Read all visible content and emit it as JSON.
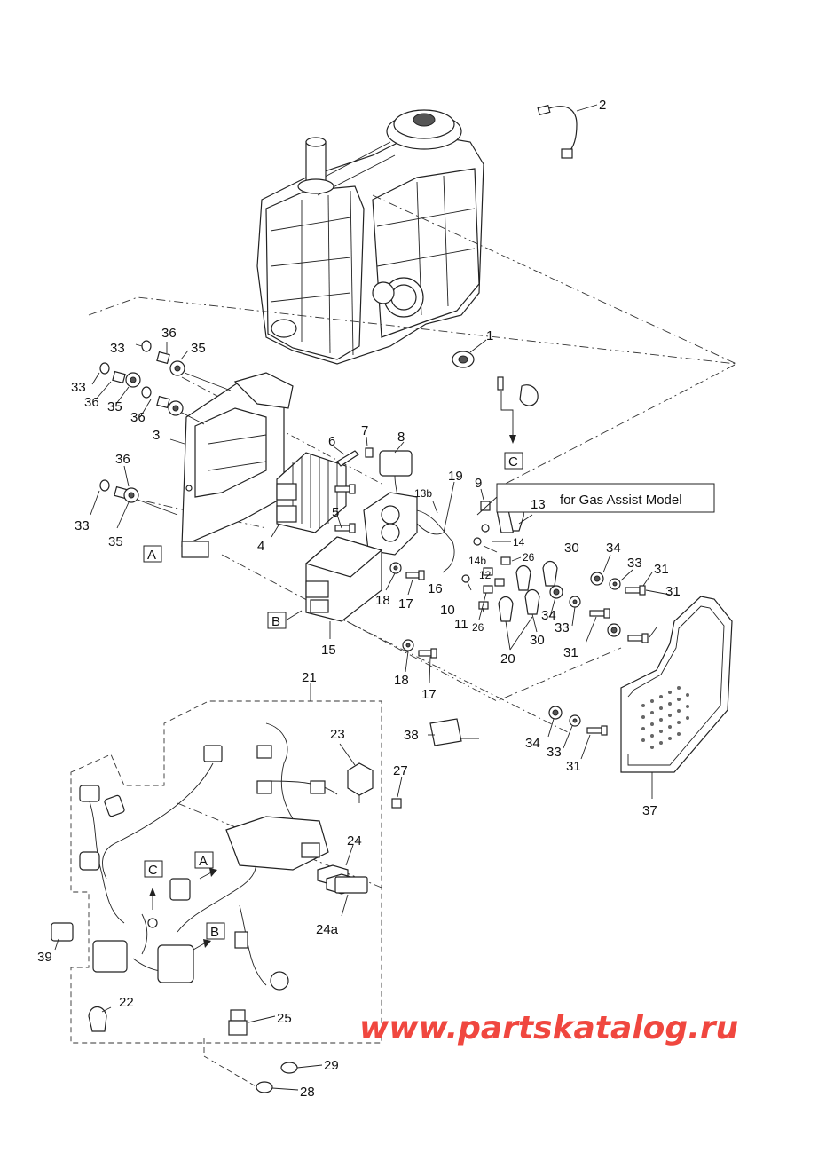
{
  "labels": {
    "p1": "1",
    "p2": "2",
    "p3": "3",
    "p4": "4",
    "p5": "5",
    "p6": "6",
    "p7": "7",
    "p8": "8",
    "p9": "9",
    "p10": "10",
    "p11": "11",
    "p12": "12",
    "p13": "13",
    "p13b": "13b",
    "p14": "14",
    "p14b": "14b",
    "p15": "15",
    "p16": "16",
    "p17a": "17",
    "p17b": "17",
    "p18a": "18",
    "p18b": "18",
    "p19": "19",
    "p20": "20",
    "p21": "21",
    "p22": "22",
    "p23": "23",
    "p24": "24",
    "p24a": "24a",
    "p25": "25",
    "p26a": "26",
    "p26b": "26",
    "p27": "27",
    "p28": "28",
    "p29": "29",
    "p30a": "30",
    "p30b": "30",
    "p31a": "31",
    "p31b": "31",
    "p31c": "31",
    "p31d": "31",
    "p33a": "33",
    "p33b": "33",
    "p33c": "33",
    "p33d": "33",
    "p33e": "33",
    "p33f": "33",
    "p34a": "34",
    "p34b": "34",
    "p34c": "34",
    "p35a": "35",
    "p35b": "35",
    "p35c": "35",
    "p36a": "36",
    "p36b": "36",
    "p36c": "36",
    "p36d": "36",
    "p37": "37",
    "p38": "38",
    "p39": "39"
  },
  "callouts": {
    "A": "A",
    "B": "B",
    "C": "C"
  },
  "note": "for Gas Assist Model",
  "watermark": "www.partskatalog.ru"
}
